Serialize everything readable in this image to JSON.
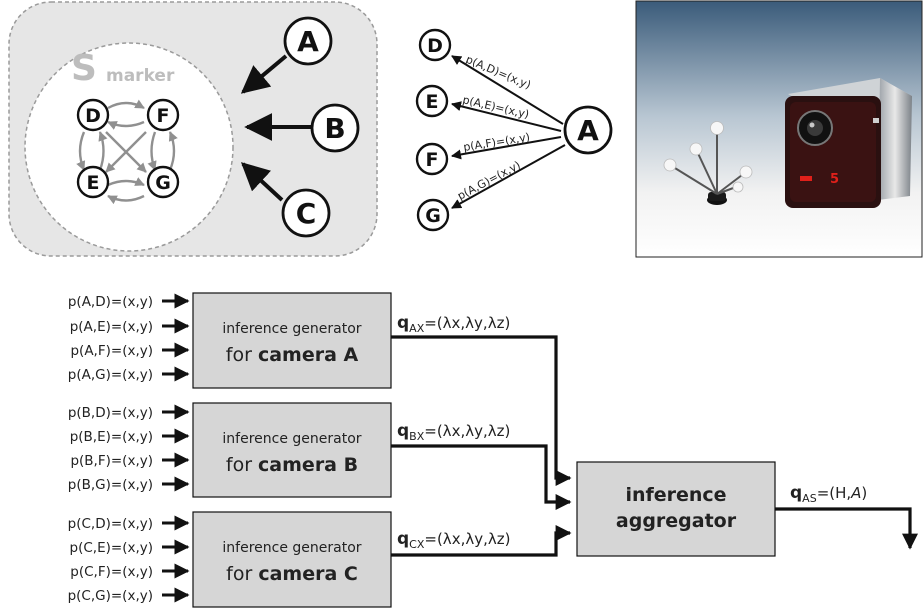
{
  "cluster": {
    "s_letter": "S",
    "s_sub": "marker",
    "inner_nodes": [
      "D",
      "F",
      "E",
      "G"
    ],
    "cameras": [
      "A",
      "B",
      "C"
    ]
  },
  "projection": {
    "camera": "A",
    "targets": [
      "D",
      "E",
      "F",
      "G"
    ],
    "edge_labels": [
      "p(A,D)=(x,y)",
      "p(A,E)=(x,y)",
      "p(A,F)=(x,y)",
      "p(A,G)=(x,y)"
    ]
  },
  "photo": {
    "display_digit": "5"
  },
  "generators": [
    {
      "inputs": [
        "p(A,D)=(x,y)",
        "p(A,E)=(x,y)",
        "p(A,F)=(x,y)",
        "p(A,G)=(x,y)"
      ],
      "title": "inference generator",
      "for_text": "for",
      "camera_text": "camera A",
      "out_q": "q",
      "out_sub": "AX",
      "out_val": "=(λx,λy,λz)"
    },
    {
      "inputs": [
        "p(B,D)=(x,y)",
        "p(B,E)=(x,y)",
        "p(B,F)=(x,y)",
        "p(B,G)=(x,y)"
      ],
      "title": "inference generator",
      "for_text": "for",
      "camera_text": "camera B",
      "out_q": "q",
      "out_sub": "BX",
      "out_val": "=(λx,λy,λz)"
    },
    {
      "inputs": [
        "p(C,D)=(x,y)",
        "p(C,E)=(x,y)",
        "p(C,F)=(x,y)",
        "p(C,G)=(x,y)"
      ],
      "title": "inference generator",
      "for_text": "for",
      "camera_text": "camera C",
      "out_q": "q",
      "out_sub": "CX",
      "out_val": "=(λx,λy,λz)"
    }
  ],
  "aggregator": {
    "line1": "inference",
    "line2": "aggregator",
    "out_q": "q",
    "out_sub": "AS",
    "out_val_pre": "=(H,",
    "out_val_ital": "A",
    "out_val_post": ")"
  },
  "colors": {
    "cluster_bg": "#e6e6e6",
    "box_fill": "#d6d6d6",
    "line": "#111111",
    "mini_arrow": "#909090",
    "photo_top": "#3a5b7a",
    "photo_bottom": "#f2f2f2",
    "led_red": "#e0201a"
  }
}
